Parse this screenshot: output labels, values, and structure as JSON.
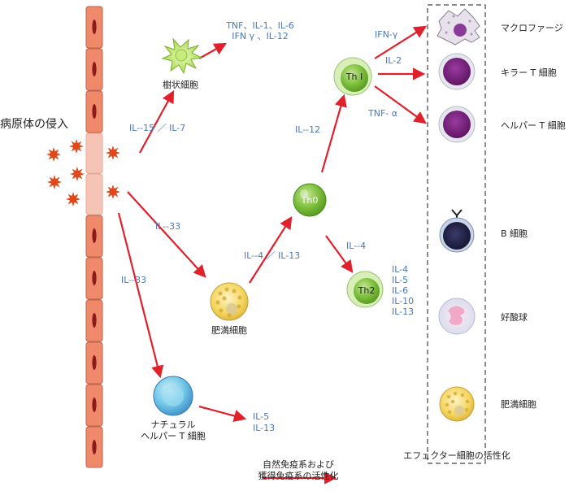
{
  "left_title": "病原体の侵入",
  "cells": {
    "dendritic": "樹状細胞",
    "mast": "肥満細胞",
    "nk_helper_1": "ナチュラル",
    "nk_helper_2": "ヘルパー T 細胞",
    "th0": "Th0",
    "th1": "Th I",
    "th2": "Th2"
  },
  "cytokines": {
    "dc_out_1": "TNF、IL-1、IL-6",
    "dc_out_2": "IFN γ 、IL-12",
    "to_dc": "IL--15 ／ IL-7",
    "to_mast": "IL--33",
    "to_nk": "IL--33",
    "mast_to_th0": "IL--4 ／ IL-13",
    "th0_to_th1": "IL--12",
    "th0_to_th2": "IL--4",
    "th2_out": [
      "IL-4",
      "IL-5",
      "IL-6",
      "IL-10",
      "IL-13"
    ],
    "nk_out": [
      "IL-5",
      "IL-13"
    ],
    "th1_ifn": "IFN-γ",
    "th1_il2": "IL-2",
    "th1_tnf": "TNF- α"
  },
  "effectors": {
    "title": "エフェクター細胞の活性化",
    "items": [
      "マクロファージ",
      "キラー T 細胞",
      "ヘルパー T 細胞",
      "B 細胞",
      "好酸球",
      "肥満細胞"
    ]
  },
  "legend": {
    "line1": "自然免疫系および",
    "line2": "獲得免疫系の活性化"
  },
  "colors": {
    "arrow": "#e0202a",
    "cytokine_text": "#4a78b8",
    "epithelium": "#ee8a6a",
    "epithelium_light": "#f6c4b4",
    "nucleus": "#8a1c1a",
    "pathogen": "#e0481a",
    "th_green": "#6cb028"
  }
}
